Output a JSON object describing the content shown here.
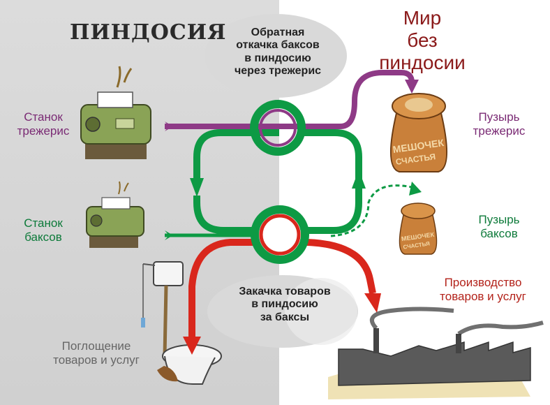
{
  "title_left": "ПИНДОСИЯ",
  "title_right_line1": "Мир",
  "title_right_line2": "без пиндосии",
  "bubble_top": [
    "Обратная",
    "откачка баксов",
    "в пиндосию",
    "через трежерис"
  ],
  "bubble_bottom": [
    "Закачка товаров",
    "в пиндосию",
    "за баксы"
  ],
  "labels": {
    "treasury_press": [
      "Станок",
      "трежерис"
    ],
    "dollar_press": [
      "Станок",
      "баксов"
    ],
    "treasury_bubble": [
      "Пузырь",
      "трежерис"
    ],
    "dollar_bubble": [
      "Пузырь",
      "баксов"
    ],
    "production": [
      "Производство",
      "товаров и услуг"
    ],
    "consumption": [
      "Поглощение",
      "товаров и услуг"
    ]
  },
  "bag_text": [
    "МЕШОЧЕК",
    "СЧАСТЬЯ"
  ],
  "colors": {
    "purple": "#8e3a86",
    "green": "#0d9a44",
    "red": "#d9271c",
    "left_bg": "#d6d6d6"
  }
}
